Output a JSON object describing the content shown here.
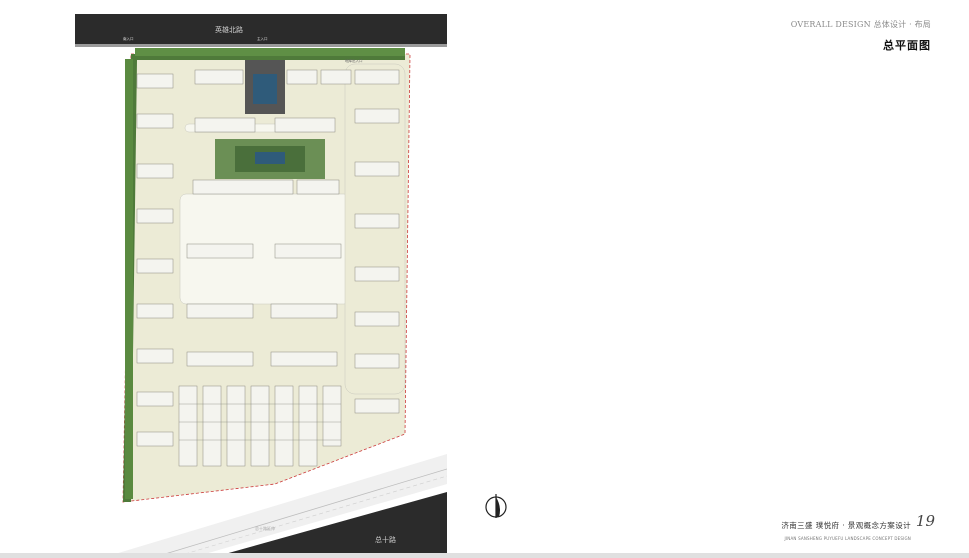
{
  "header": {
    "breadcrumb": "OVERALL DESIGN 总体设计 · 布局",
    "title": "总平面图"
  },
  "plan": {
    "road_top_label": "英雄北路",
    "road_bottom_label": "总十路",
    "road_bottom_small_label": "总十路延伸",
    "entrance_label": "南入口",
    "gate_label": "主入口",
    "side_label": "地库出入口"
  },
  "footer": {
    "project_cn": "济南三盛 璞悦府 · 景观概念方案设计",
    "project_en": "JINAN SANSHENG PUYUEFU LANDSCAPE CONCEPT DESIGN",
    "page_number": "19"
  },
  "colors": {
    "road": "#2b2b2b",
    "ground": "#ecebd6",
    "building": "#f4f4ef",
    "green": "#4f7a3a",
    "boundary": "#cc3b3b"
  },
  "icons": [
    "north-arrow-icon"
  ]
}
